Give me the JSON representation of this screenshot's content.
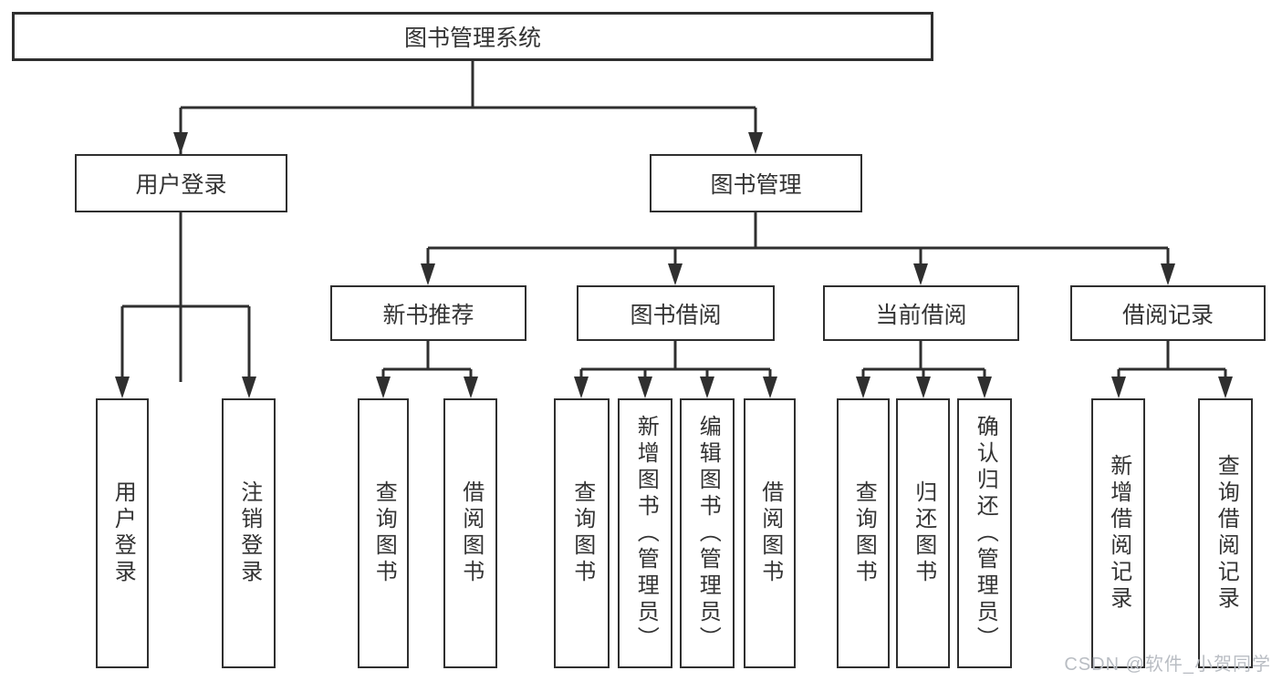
{
  "tree": {
    "root": {
      "label": "图书管理系统"
    },
    "branches": [
      {
        "label": "用户登录",
        "children": [
          {
            "label": "用户登录"
          },
          {
            "label": "注销登录"
          }
        ]
      },
      {
        "label": "图书管理",
        "children": [
          {
            "label": "新书推荐",
            "children": [
              {
                "label": "查询图书"
              },
              {
                "label": "借阅图书"
              }
            ]
          },
          {
            "label": "图书借阅",
            "children": [
              {
                "label": "查询图书"
              },
              {
                "label": "新增图书（管理员）"
              },
              {
                "label": "编辑图书（管理员）"
              },
              {
                "label": "借阅图书"
              }
            ]
          },
          {
            "label": "当前借阅",
            "children": [
              {
                "label": "查询图书"
              },
              {
                "label": "归还图书"
              },
              {
                "label": "确认归还（管理员）"
              }
            ]
          },
          {
            "label": "借阅记录",
            "children": [
              {
                "label": "新增借阅记录"
              },
              {
                "label": "查询借阅记录"
              }
            ]
          }
        ]
      }
    ]
  },
  "watermark": {
    "text": "CSDN @软件_小贺同学"
  },
  "colors": {
    "line": "#2f2f2f",
    "box_border": "#2f2f2f",
    "box_fill": "#ffffff",
    "text": "#333333",
    "watermark": "#b9bdc3",
    "background": "#ffffff"
  }
}
